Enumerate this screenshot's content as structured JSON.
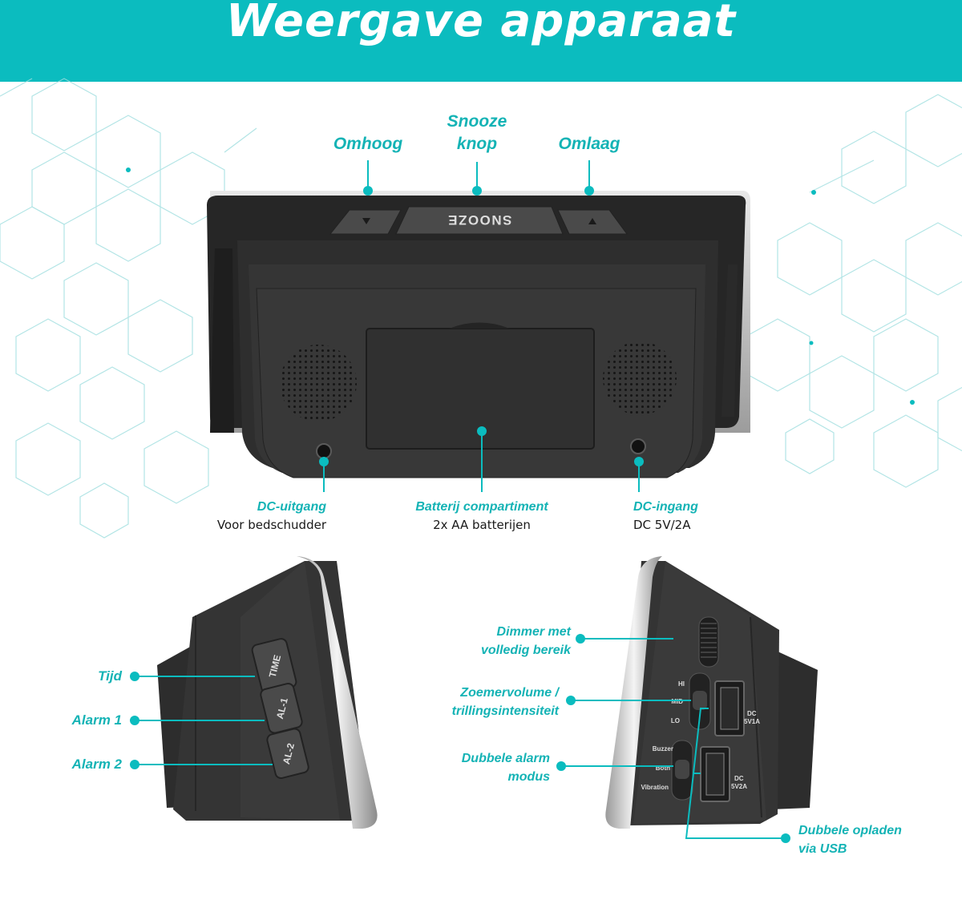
{
  "header": {
    "title": "Weergave apparaat"
  },
  "top_view": {
    "up_label": "Omhoog",
    "snooze_label_line1": "Snooze",
    "snooze_label_line2": "knop",
    "down_label": "Omlaag",
    "snooze_button_text": "SNOOZE",
    "dc_out_title": "DC-uitgang",
    "dc_out_sub": "Voor bedschudder",
    "battery_title": "Batterij compartiment",
    "battery_sub": "2x AA batterijen",
    "dc_in_title": "DC-ingang",
    "dc_in_sub": "DC 5V/2A"
  },
  "left_view": {
    "time_label": "Tijd",
    "alarm1_label": "Alarm 1",
    "alarm2_label": "Alarm 2",
    "btn_time": "TIME",
    "btn_al1": "AL-1",
    "btn_al2": "AL-2"
  },
  "right_view": {
    "dimmer_line1": "Dimmer met",
    "dimmer_line2": "volledig bereik",
    "volume_line1": "Zoemervolume /",
    "volume_line2": "trillingsintensiteit",
    "mode_line1": "Dubbele alarm",
    "mode_line2": "modus",
    "usb_line1": "Dubbele opladen",
    "usb_line2": "via USB",
    "switch_hi": "HI",
    "switch_mid": "MID",
    "switch_lo": "LO",
    "mode_buzzer": "Buzzer",
    "mode_both": "Both",
    "mode_vibration": "Vibration",
    "usb1_line1": "DC",
    "usb1_line2": "5V1A",
    "usb2_line1": "DC",
    "usb2_line2": "5V2A"
  },
  "colors": {
    "accent": "#0bbcbf",
    "label": "#14b3b5",
    "device": "#2f2f2f"
  }
}
